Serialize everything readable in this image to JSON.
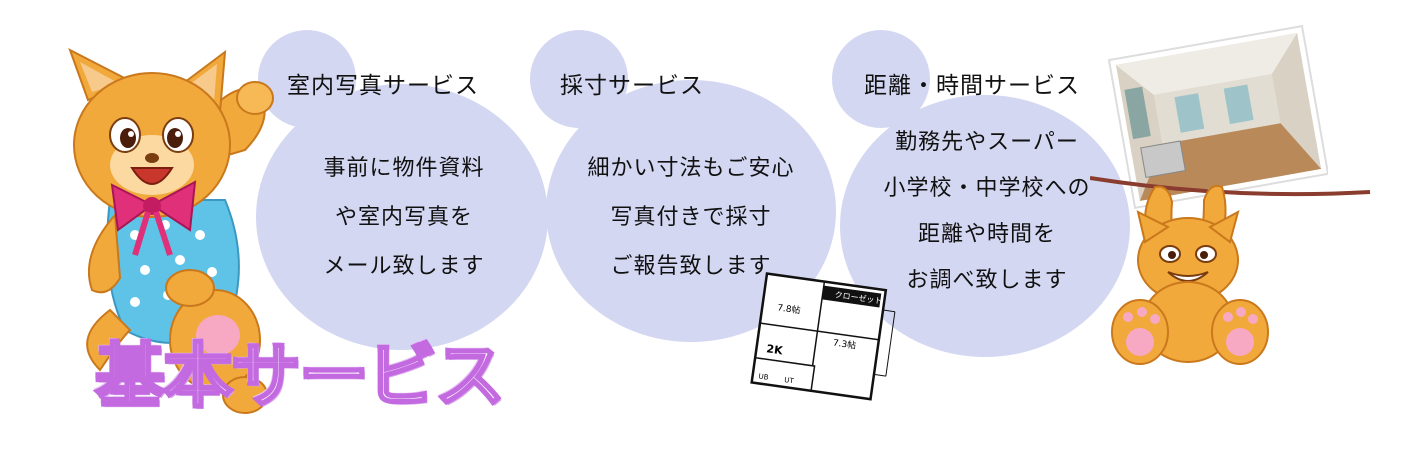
{
  "banner": {
    "label": "基本サービス"
  },
  "services": [
    {
      "title": "室内写真サービス",
      "lines": [
        "事前に物件資料",
        "や室内写真を",
        "メール致します"
      ]
    },
    {
      "title": "採寸サービス",
      "lines": [
        "細かい寸法もご安心",
        "写真付きで採寸",
        "ご報告致します"
      ]
    },
    {
      "title": "距離・時間サービス",
      "lines": [
        "勤務先やスーパー",
        "小学校・中学校への",
        "距離や時間を",
        "お調べ致します"
      ]
    }
  ],
  "floorplan": {
    "labels": [
      "7.8帖",
      "7.3帖",
      "クローゼット",
      "2K",
      "UB",
      "UT"
    ]
  },
  "colors": {
    "circle": "#d3d7f2",
    "banner_outline": "#c46ae0",
    "cat_body": "#f2a93b"
  }
}
